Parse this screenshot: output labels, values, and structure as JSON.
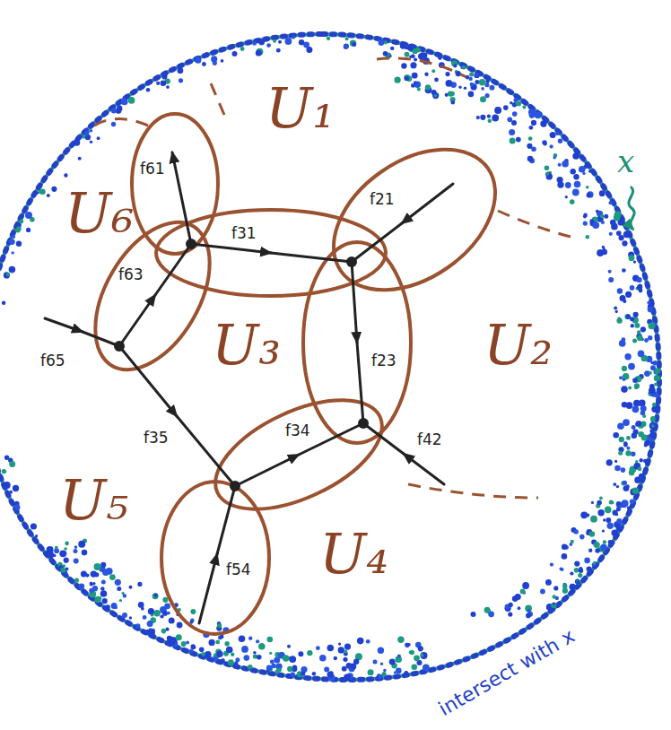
{
  "diagram": {
    "nodes": [
      {
        "text": [
          "U₁"
        ]
      },
      {
        "text": [
          "U₂"
        ]
      },
      {
        "text": [
          "U₃"
        ]
      },
      {
        "text": [
          "U₄"
        ]
      },
      {
        "text": [
          "U₅"
        ]
      },
      {
        "text": [
          "U₆"
        ]
      }
    ],
    "labels": [
      "f61",
      "f31",
      "f21",
      "f63",
      "f65",
      "f23",
      "f35",
      "f34",
      "f42",
      "f54",
      "x",
      "intersect with x"
    ]
  }
}
